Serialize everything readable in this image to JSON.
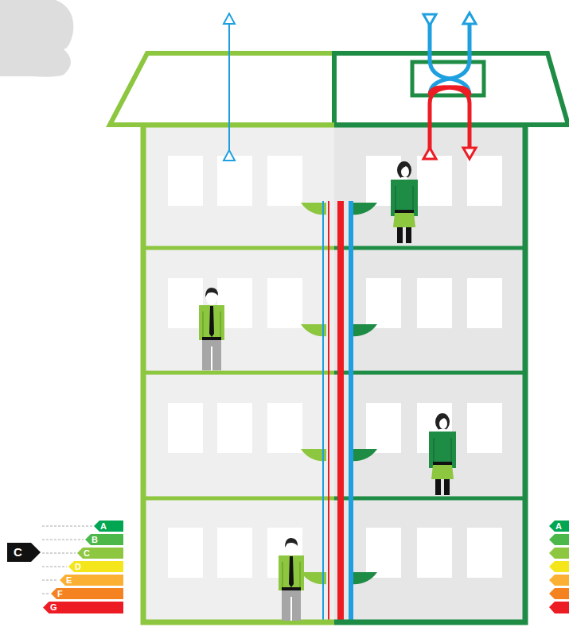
{
  "diagram": {
    "nodes": [
      {
        "text": [
          "A"
        ]
      },
      {
        "text": [
          "B"
        ]
      },
      {
        "text": [
          "C"
        ]
      },
      {
        "text": [
          "C"
        ]
      },
      {
        "text": [
          "D"
        ]
      },
      {
        "text": [
          "E"
        ]
      },
      {
        "text": [
          "F"
        ]
      },
      {
        "text": [
          "G"
        ]
      },
      {
        "text": [
          "A"
        ]
      }
    ]
  }
}
